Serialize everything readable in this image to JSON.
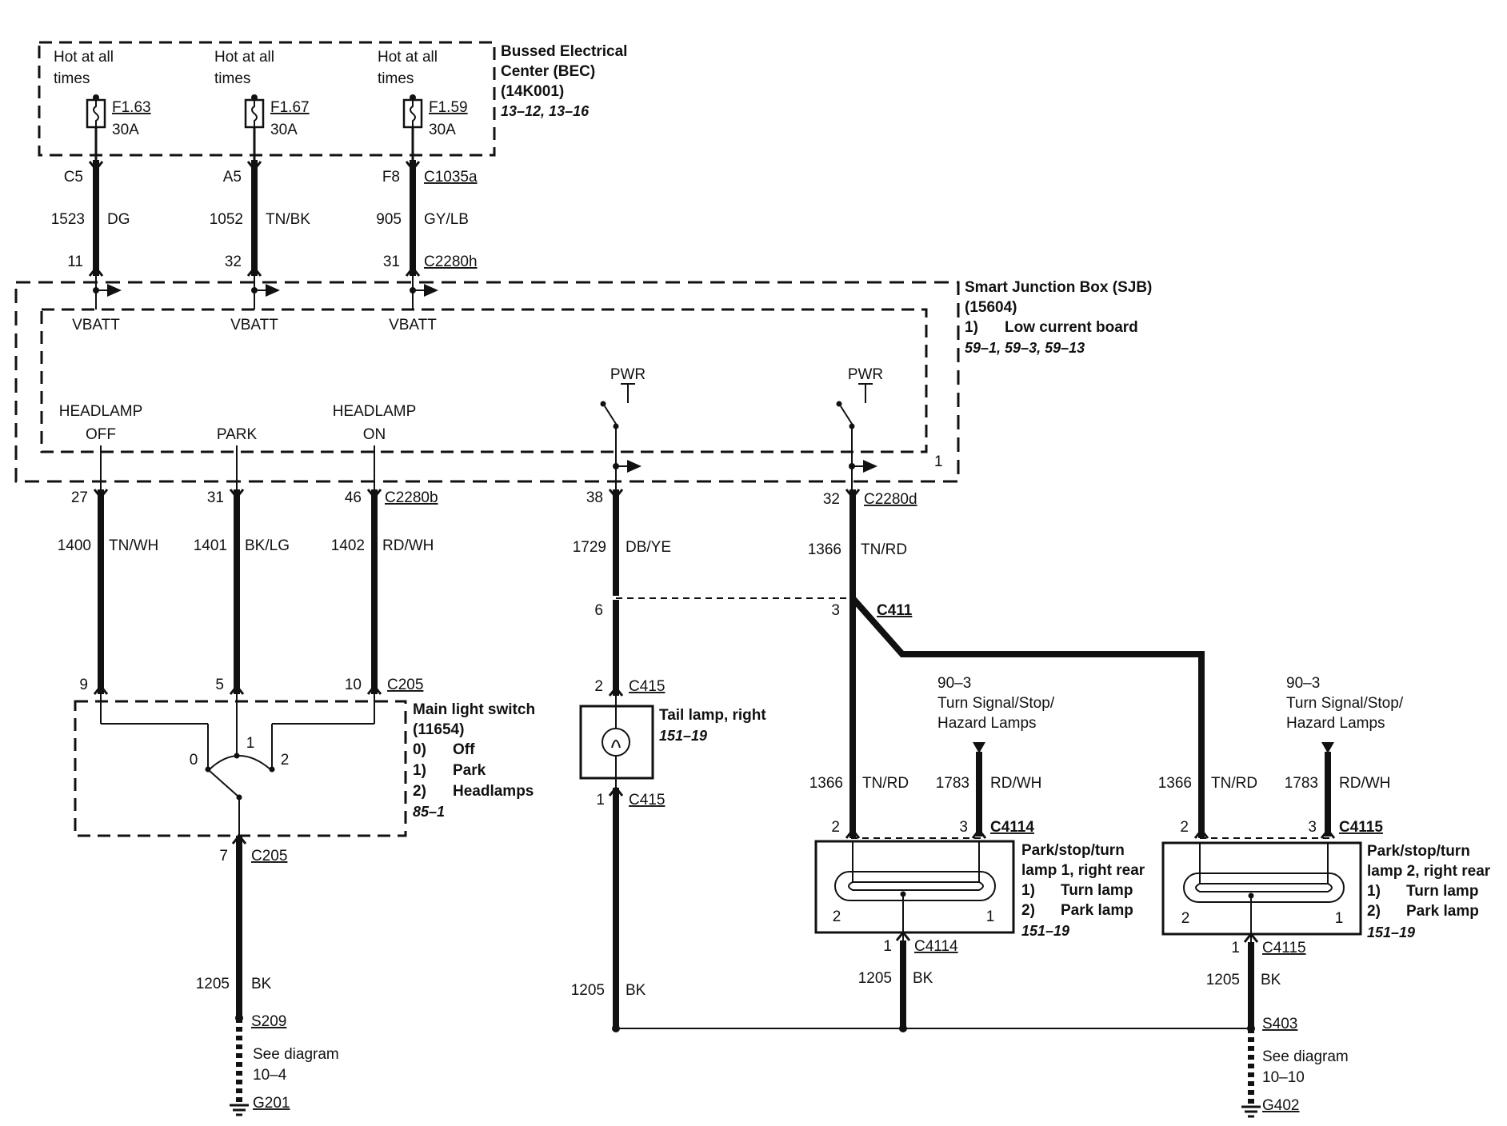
{
  "bec": {
    "hot_label_line1": "Hot at all",
    "hot_label_line2": "times",
    "fuses": [
      {
        "name": "F1.63",
        "rating": "30A"
      },
      {
        "name": "F1.67",
        "rating": "30A"
      },
      {
        "name": "F1.59",
        "rating": "30A"
      }
    ],
    "title_line1": "Bussed Electrical",
    "title_line2": "Center (BEC)",
    "part": "(14K001)",
    "refs": "13–12, 13–16",
    "connector": "C1035a",
    "pins": [
      "C5",
      "A5",
      "F8"
    ]
  },
  "feed_wires": [
    {
      "circuit": "1523",
      "color": "DG"
    },
    {
      "circuit": "1052",
      "color": "TN/BK"
    },
    {
      "circuit": "905",
      "color": "GY/LB"
    }
  ],
  "sjb": {
    "connector_h": "C2280h",
    "pins_h": [
      "11",
      "32",
      "31"
    ],
    "vbatt": "VBATT",
    "title": "Smart Junction Box (SJB)",
    "part": "(15604)",
    "note_num": "1)",
    "note_text": "Low current board",
    "refs": "59–1, 59–3, 59–13",
    "pwr": "PWR",
    "headlamp": "HEADLAMP",
    "off": "OFF",
    "park": "PARK",
    "on": "ON",
    "board_num": "1",
    "connector_b": "C2280b",
    "connector_d": "C2280d",
    "pins_b": [
      "27",
      "31",
      "46"
    ],
    "pin_38": "38",
    "pin_32": "32"
  },
  "switch_wires": [
    {
      "circuit": "1400",
      "color": "TN/WH"
    },
    {
      "circuit": "1401",
      "color": "BK/LG"
    },
    {
      "circuit": "1402",
      "color": "RD/WH"
    }
  ],
  "tail_wire": {
    "circuit": "1729",
    "color": "DB/YE"
  },
  "turn_wire": {
    "circuit": "1366",
    "color": "TN/RD"
  },
  "c411": {
    "connector": "C411",
    "pin_6": "6",
    "pin_3": "3"
  },
  "main_switch": {
    "connector": "C205",
    "pins": [
      "9",
      "5",
      "10"
    ],
    "title": "Main light switch",
    "part": "(11654)",
    "pos": [
      "0",
      "1",
      "2"
    ],
    "items": [
      {
        "num": "0)",
        "label": "Off"
      },
      {
        "num": "1)",
        "label": "Park"
      },
      {
        "num": "2)",
        "label": "Headlamps"
      }
    ],
    "ref": "85–1",
    "out_pin": "7"
  },
  "tail_lamp": {
    "connector": "C415",
    "pin_in": "2",
    "pin_out": "1",
    "title": "Tail lamp, right",
    "ref": "151–19"
  },
  "lamp1": {
    "connector": "C4114",
    "pin_2": "2",
    "pin_3": "3",
    "pin_1": "1",
    "title_line1": "Park/stop/turn",
    "title_line2": "lamp 1, right rear",
    "items": [
      {
        "num": "1)",
        "label": "Turn lamp"
      },
      {
        "num": "2)",
        "label": "Park lamp"
      }
    ],
    "ref": "151–19",
    "fil_2": "2",
    "fil_1": "1"
  },
  "lamp2": {
    "connector": "C4115",
    "pin_2": "2",
    "pin_3": "3",
    "pin_1": "1",
    "title_line1": "Park/stop/turn",
    "title_line2": "lamp 2, right rear",
    "items": [
      {
        "num": "1)",
        "label": "Turn lamp"
      },
      {
        "num": "2)",
        "label": "Park lamp"
      }
    ],
    "ref": "151–19",
    "fil_2": "2",
    "fil_1": "1"
  },
  "turn_ref": {
    "page": "90–3",
    "line1": "Turn Signal/Stop/",
    "line2": "Hazard Lamps",
    "circuit": "1783",
    "color": "RD/WH"
  },
  "ground_wire": {
    "circuit": "1205",
    "color": "BK"
  },
  "ground_left": {
    "splice": "S209",
    "see": "See diagram",
    "page": "10–4",
    "ground": "G201"
  },
  "ground_right": {
    "splice": "S403",
    "see": "See diagram",
    "page": "10–10",
    "ground": "G402"
  }
}
